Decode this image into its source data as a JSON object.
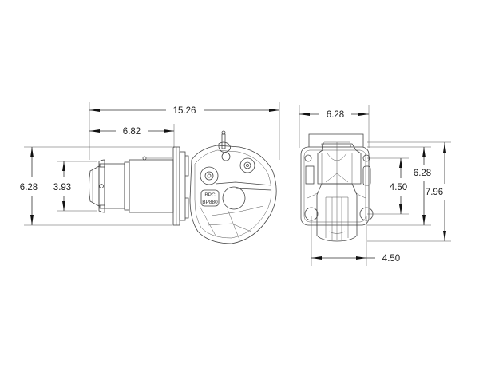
{
  "drawing": {
    "part_label_line1": "BPC",
    "part_label_line2": "BP880",
    "side_view": {
      "overall_length": "15.26",
      "mount_to_front": "6.82",
      "overall_height": "6.28",
      "body_height": "3.93"
    },
    "front_view": {
      "width": "6.28",
      "bolt_spacing_horizontal": "4.50",
      "bolt_spacing_vertical": "4.50",
      "flange_height": "6.28",
      "overall_height": "7.96"
    }
  },
  "colors": {
    "line": "#333333",
    "background": "#ffffff"
  }
}
